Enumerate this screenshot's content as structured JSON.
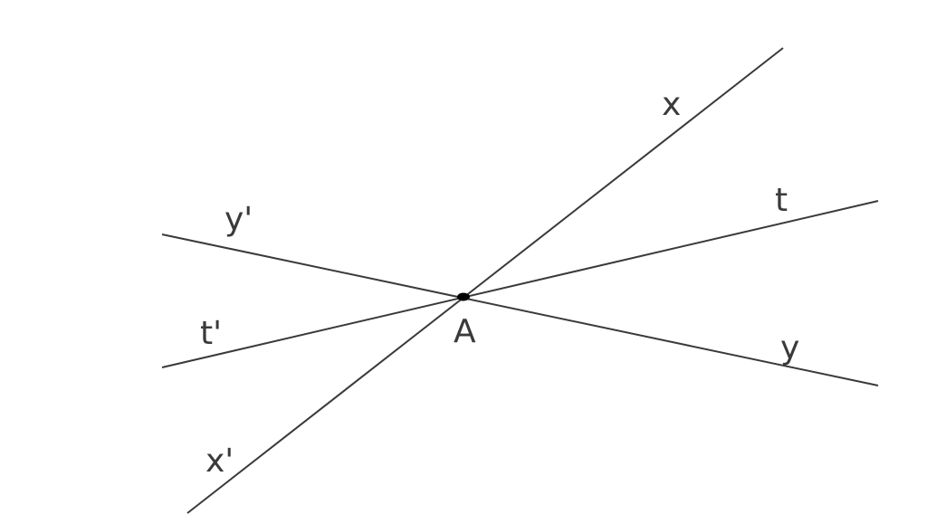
{
  "diagram": {
    "point": {
      "label": "A"
    },
    "lines": {
      "xx": {
        "end_label": "x",
        "opposite_label": "x'"
      },
      "yy": {
        "end_label": "y",
        "opposite_label": "y'"
      },
      "tt": {
        "end_label": "t",
        "opposite_label": "t'"
      }
    }
  },
  "colors": {
    "line": "#3a3a3a",
    "point": "#000000",
    "background": "#ffffff"
  }
}
